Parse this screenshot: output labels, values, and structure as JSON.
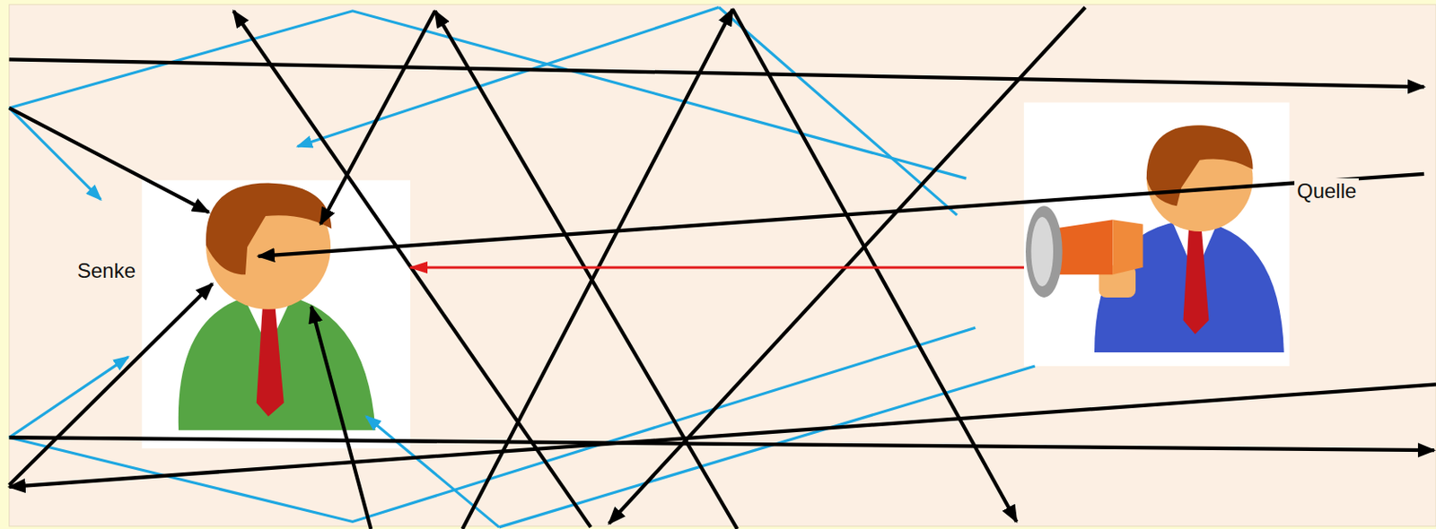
{
  "diagram": {
    "nodes": [
      {
        "text": [
          "Senke"
        ]
      },
      {
        "text": [
          "Quelle"
        ]
      }
    ],
    "edges": [
      {
        "from": 1,
        "to": 0,
        "arrow": "to"
      }
    ]
  }
}
